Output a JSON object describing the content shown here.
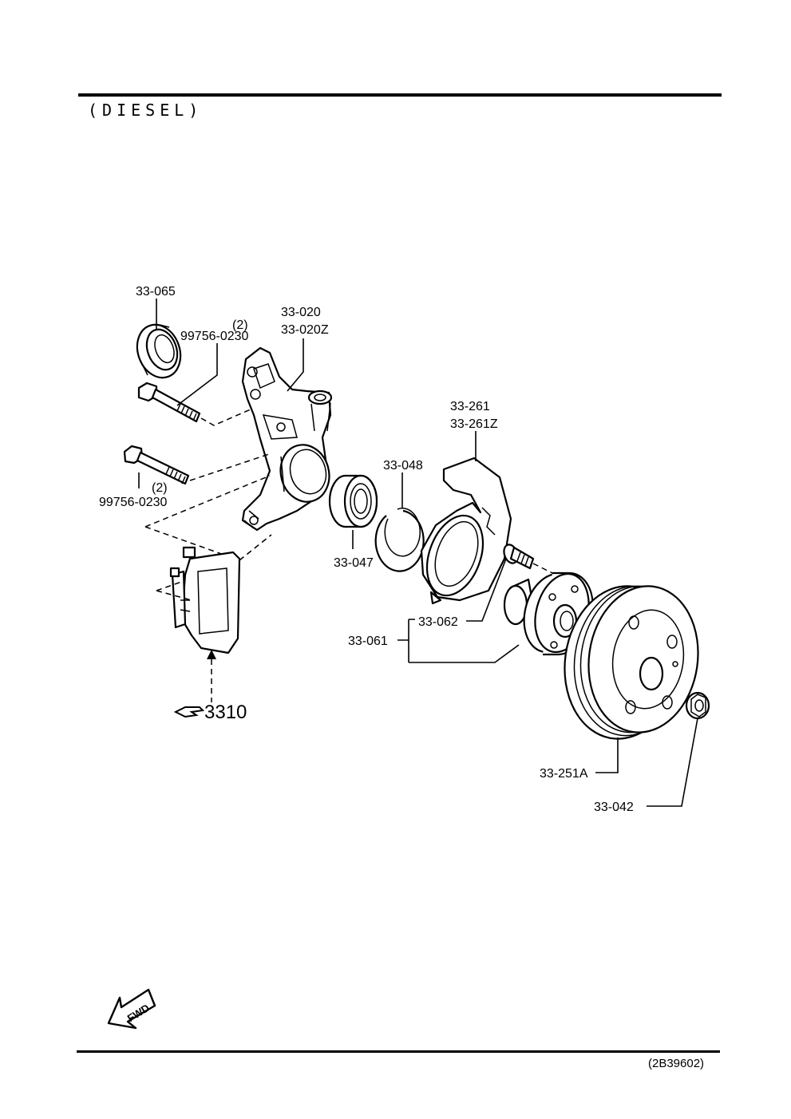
{
  "header": {
    "variant_label": "(DIESEL)"
  },
  "footer": {
    "drawing_code": "(2B39602)"
  },
  "callouts": {
    "oil_seal": "33-065",
    "bolt_upper_qty": "(2)",
    "bolt_upper": "99756-0230",
    "knuckle_1": "33-020",
    "knuckle_2": "33-020Z",
    "bolt_lower_qty": "(2)",
    "bolt_lower": "99756-0230",
    "bearing": "33-047",
    "snap_ring": "33-048",
    "dust_cover_1": "33-261",
    "dust_cover_2": "33-261Z",
    "hub_bolt": "33-062",
    "hub_assembly": "33-061",
    "brake_disc": "33-251A",
    "hub_nut": "33-042",
    "caliper_ref": "3310",
    "fwd_label": "FWD"
  },
  "icons": {
    "ref_hand": "pointing-hand-icon",
    "fwd_arrow": "fwd-arrow-icon"
  }
}
